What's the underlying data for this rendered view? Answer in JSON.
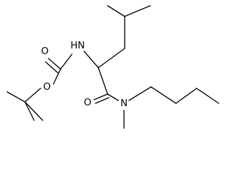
{
  "molecule": {
    "atoms": {
      "O_carbonyl_carbamate": "O",
      "O_ester": "O",
      "N_amide_carbamate": "HN",
      "O_carbonyl_amide": "O",
      "N_tertiary": "N"
    }
  }
}
